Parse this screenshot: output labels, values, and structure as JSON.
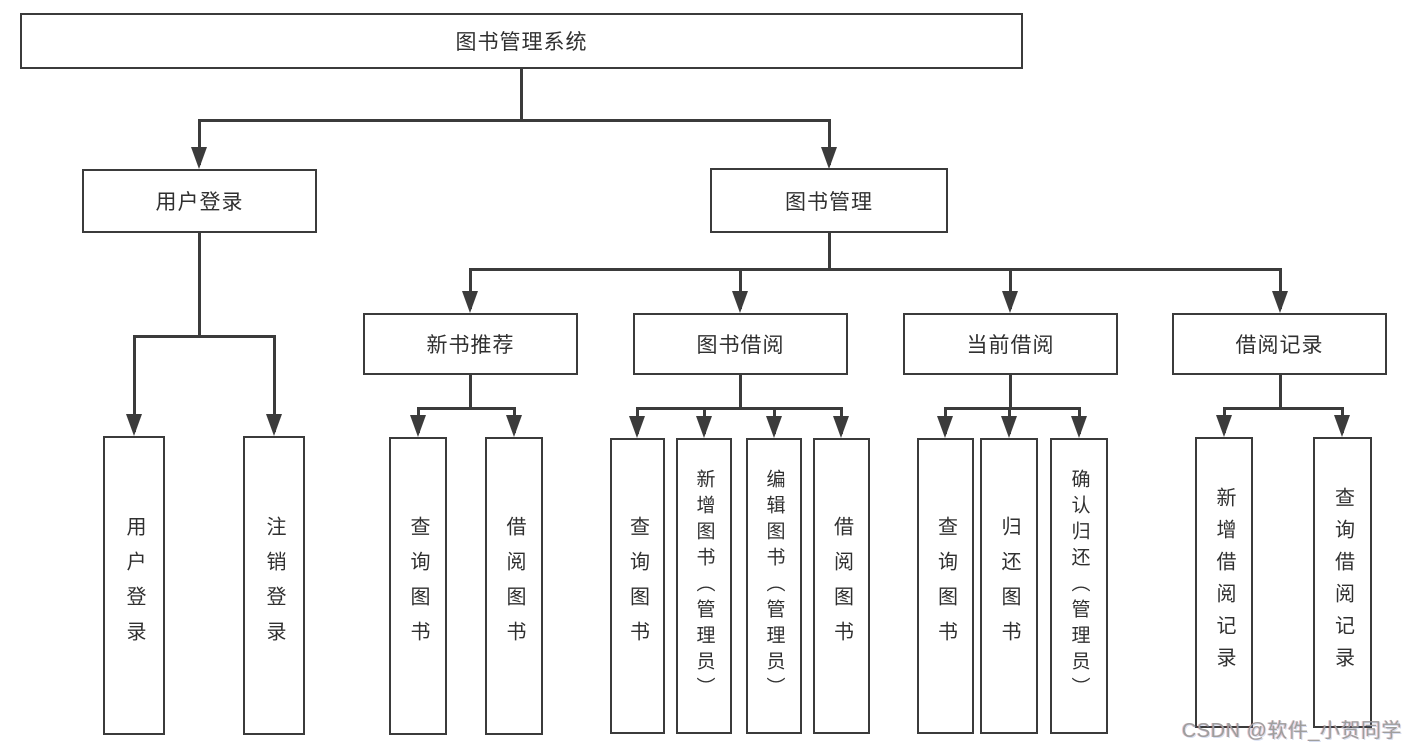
{
  "diagram": {
    "title": "图书管理系统",
    "watermark": "CSDN @软件_小贺同学",
    "colors": {
      "background": "#ffffff",
      "box_fill": "#ffffff",
      "box_border": "#3b3b3b",
      "line": "#3b3b3b",
      "text": "#303030",
      "watermark": "#9e9e9e"
    },
    "nodes": [
      {
        "id": "root",
        "label": "图书管理系统",
        "parent": null
      },
      {
        "id": "login",
        "label": "用户登录",
        "parent": "root"
      },
      {
        "id": "bookmgmt",
        "label": "图书管理",
        "parent": "root"
      },
      {
        "id": "newbook",
        "label": "新书推荐",
        "parent": "bookmgmt"
      },
      {
        "id": "borrow",
        "label": "图书借阅",
        "parent": "bookmgmt"
      },
      {
        "id": "current",
        "label": "当前借阅",
        "parent": "bookmgmt"
      },
      {
        "id": "records",
        "label": "借阅记录",
        "parent": "bookmgmt"
      },
      {
        "id": "user-login",
        "label": "用户登录",
        "parent": "login"
      },
      {
        "id": "logout",
        "label": "注销登录",
        "parent": "login"
      },
      {
        "id": "nb-query",
        "label": "查询图书",
        "parent": "newbook"
      },
      {
        "id": "nb-borrow",
        "label": "借阅图书",
        "parent": "newbook"
      },
      {
        "id": "bw-query",
        "label": "查询图书",
        "parent": "borrow"
      },
      {
        "id": "bw-add",
        "label": "新增图书（管理员）",
        "parent": "borrow"
      },
      {
        "id": "bw-edit",
        "label": "编辑图书（管理员）",
        "parent": "borrow"
      },
      {
        "id": "bw-borrow",
        "label": "借阅图书",
        "parent": "borrow"
      },
      {
        "id": "cu-query",
        "label": "查询图书",
        "parent": "current"
      },
      {
        "id": "cu-return",
        "label": "归还图书",
        "parent": "current"
      },
      {
        "id": "cu-confirm",
        "label": "确认归还（管理员）",
        "parent": "current"
      },
      {
        "id": "rc-add",
        "label": "新增借阅记录",
        "parent": "records"
      },
      {
        "id": "rc-query",
        "label": "查询借阅记录",
        "parent": "records"
      }
    ]
  }
}
